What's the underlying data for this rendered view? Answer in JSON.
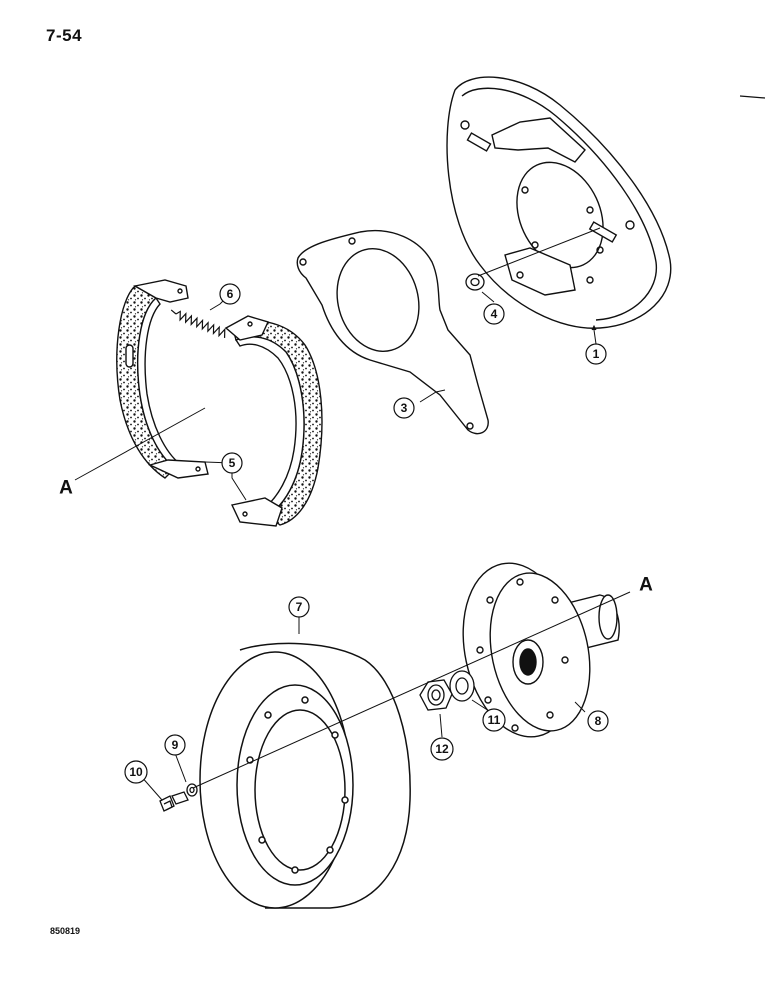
{
  "page": {
    "number": "7-54",
    "figure_code": "850819"
  },
  "callouts": {
    "c1": "1",
    "c3": "3",
    "c4": "4",
    "c5": "5",
    "c6": "6",
    "c7": "7",
    "c8": "8",
    "c9": "9",
    "c10": "10",
    "c11": "11",
    "c12": "12"
  },
  "references": {
    "a_left": "A",
    "a_right": "A"
  }
}
